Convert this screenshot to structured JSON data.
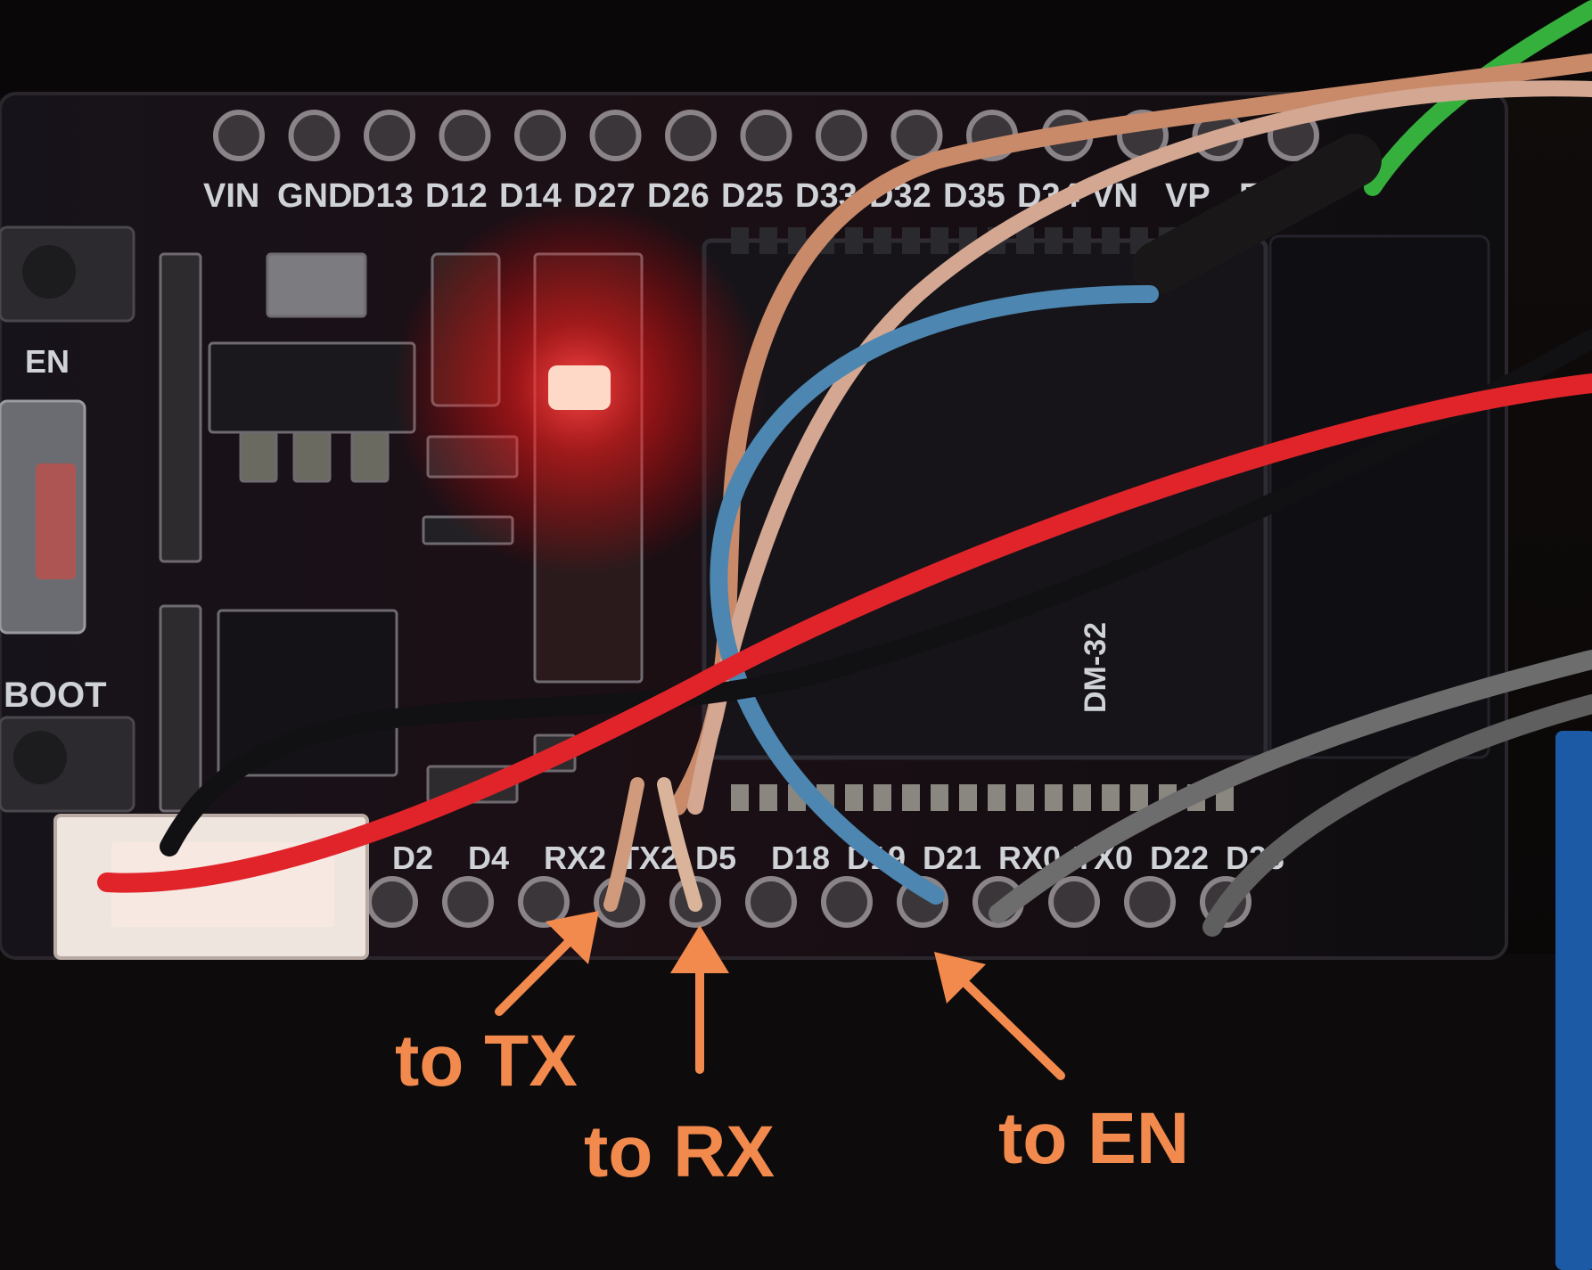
{
  "board": {
    "top_header_labels": [
      "VIN",
      "GND",
      "D13",
      "D12",
      "D14",
      "D27",
      "D26",
      "D25",
      "D33",
      "D32",
      "D35",
      "D34",
      "VN",
      "VP",
      "EN"
    ],
    "button_labels": {
      "en": "EN",
      "boot": "BOOT"
    },
    "module_marking": "DM-32",
    "bottom_header_labels": [
      "D2",
      "D4",
      "RX2",
      "TX2",
      "D5",
      "D18",
      "D19",
      "D21",
      "RX0",
      "TX0",
      "D22",
      "D23"
    ]
  },
  "annotations": [
    {
      "id": "to-tx",
      "text": "to TX"
    },
    {
      "id": "to-rx",
      "text": "to RX"
    },
    {
      "id": "to-en",
      "text": "to EN"
    }
  ],
  "colors": {
    "annotation": "#f28a4e",
    "pcb": "#121014",
    "led": "#ff2a2a",
    "wire_red": "#e0242a",
    "wire_blue": "#4d86b0",
    "wire_gray": "#6d6d6d",
    "wire_copper": "#c98a6a",
    "wire_green": "#35b03c"
  }
}
